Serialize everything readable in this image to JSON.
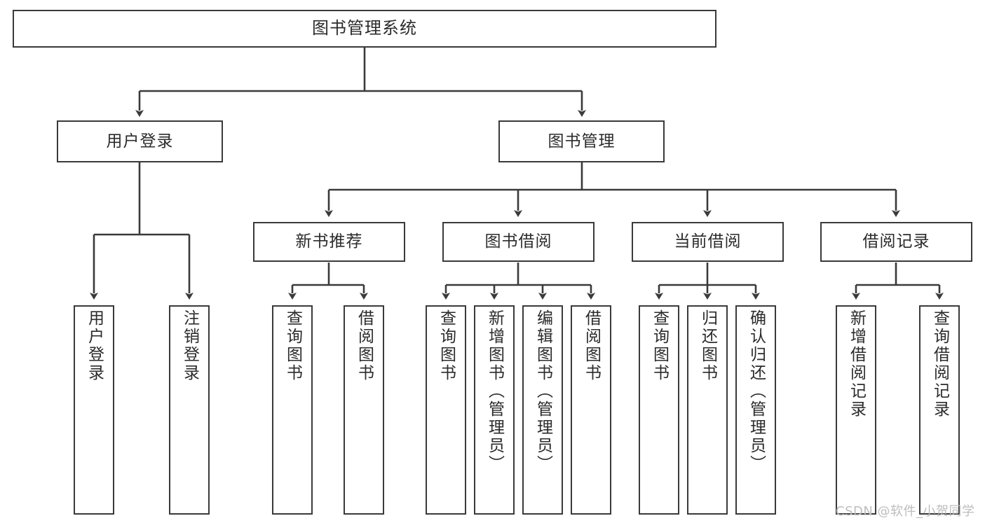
{
  "diagram": {
    "title": "图书管理系统",
    "type": "tree-hierarchy-chart",
    "stroke_color": "#3a3a3a",
    "fill_color": "#ffffff",
    "text_color": "#2b2b2b"
  },
  "root": {
    "label": "图书管理系统"
  },
  "level2": [
    {
      "label": "用户登录"
    },
    {
      "label": "图书管理"
    }
  ],
  "level3": [
    {
      "label": "新书推荐"
    },
    {
      "label": "图书借阅"
    },
    {
      "label": "当前借阅"
    },
    {
      "label": "借阅记录"
    }
  ],
  "leaves": {
    "user_login": [
      {
        "label": "用户登录"
      },
      {
        "label": "注销登录"
      }
    ],
    "new_book_recommend": [
      {
        "label": "查询图书"
      },
      {
        "label": "借阅图书"
      }
    ],
    "book_borrow": [
      {
        "label": "查询图书"
      },
      {
        "label": "新增图书（管理员）"
      },
      {
        "label": "编辑图书（管理员）"
      },
      {
        "label": "借阅图书"
      }
    ],
    "current_borrow": [
      {
        "label": "查询图书"
      },
      {
        "label": "归还图书"
      },
      {
        "label": "确认归还（管理员）"
      }
    ],
    "borrow_record": [
      {
        "label": "新增借阅记录"
      },
      {
        "label": "查询借阅记录"
      }
    ]
  },
  "watermark": {
    "text": "CSDN @软件_小贺同学"
  }
}
